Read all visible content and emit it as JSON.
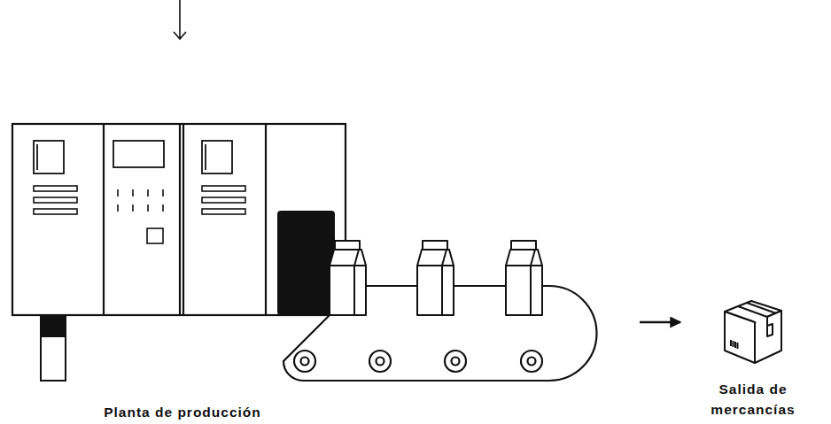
{
  "diagram": {
    "nodes": [
      {
        "text": [
          "Planta de producción"
        ]
      },
      {
        "text": [
          "Salida de mercancías"
        ]
      }
    ],
    "edges": [
      {
        "from": 0,
        "to": 1,
        "arrow": "to"
      }
    ]
  }
}
